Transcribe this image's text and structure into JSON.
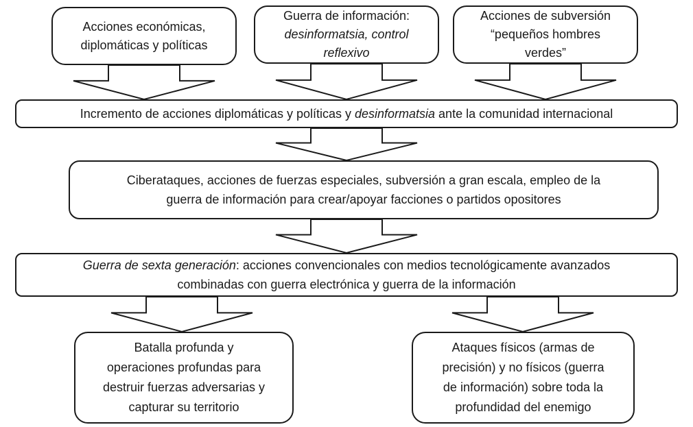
{
  "diagram": {
    "colors": {
      "background": "#ffffff",
      "line": "#1a1a1a",
      "text": "#1a1a1a"
    },
    "nodes": {
      "top_left": {
        "segments": [
          {
            "t": "Acciones económicas,\ndiplomáticas y políticas",
            "i": false
          }
        ]
      },
      "top_middle": {
        "segments": [
          {
            "t": "Guerra de información:\n",
            "i": false
          },
          {
            "t": "desinformatsia, control\nreflexivo",
            "i": true
          }
        ]
      },
      "top_right": {
        "segments": [
          {
            "t": "Acciones de subversión\n“pequeños hombres\nverdes”",
            "i": false
          }
        ]
      },
      "band_international": {
        "segments": [
          {
            "t": "Incremento de acciones diplomáticas y políticas y ",
            "i": false
          },
          {
            "t": "desinformatsia",
            "i": true
          },
          {
            "t": " ante la comunidad internacional",
            "i": false
          }
        ]
      },
      "cyberattacks": {
        "segments": [
          {
            "t": "Ciberataques, acciones de fuerzas especiales, subversión a gran escala, empleo de la\nguerra de información para crear/apoyar facciones o partidos opositores",
            "i": false
          }
        ]
      },
      "band_sixth_generation": {
        "segments": [
          {
            "t": "Guerra de sexta generación",
            "i": true
          },
          {
            "t": ": acciones convencionales con medios tecnológicamente avanzados\ncombinadas con guerra electrónica y guerra de la información",
            "i": false
          }
        ]
      },
      "bottom_left": {
        "segments": [
          {
            "t": "Batalla profunda y\noperaciones profundas para\ndestruir fuerzas adversarias y\ncapturar su territorio",
            "i": false
          }
        ]
      },
      "bottom_right": {
        "segments": [
          {
            "t": "Ataques físicos (armas de\nprecisión) y no físicos (guerra\nde información) sobre toda la\nprofundidad del enemigo",
            "i": false
          }
        ]
      }
    }
  }
}
